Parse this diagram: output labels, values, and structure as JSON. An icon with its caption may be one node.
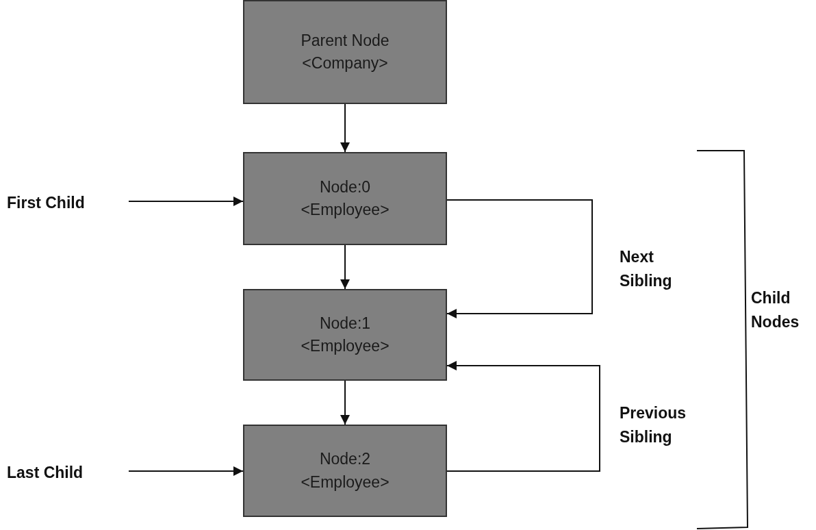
{
  "diagram": {
    "nodes": [
      {
        "text": [
          "Parent Node <Company>"
        ]
      },
      {
        "text": [
          "Node:0 <Employee>"
        ]
      },
      {
        "text": [
          "Node:1 <Employee>"
        ]
      },
      {
        "text": [
          "Node:2 <Employee>"
        ]
      },
      {
        "text": [
          "First Child"
        ]
      },
      {
        "text": [
          "Last Child"
        ]
      }
    ],
    "edges": [
      {
        "from": 0,
        "to": 1,
        "arrow": "to"
      },
      {
        "from": 4,
        "to": 1,
        "arrow": "to"
      },
      {
        "from": 1,
        "to": 2,
        "arrow": "to"
      },
      {
        "from": 2,
        "to": 3,
        "arrow": "to"
      },
      {
        "from": 5,
        "to": 3,
        "arrow": "to"
      },
      {
        "from": 1,
        "to": 2,
        "arrow": "to",
        "label": "Next Sibling"
      },
      {
        "from": 3,
        "to": 2,
        "arrow": "to",
        "label": "Previous Sibling"
      }
    ],
    "labels": [
      "Child Nodes"
    ]
  }
}
